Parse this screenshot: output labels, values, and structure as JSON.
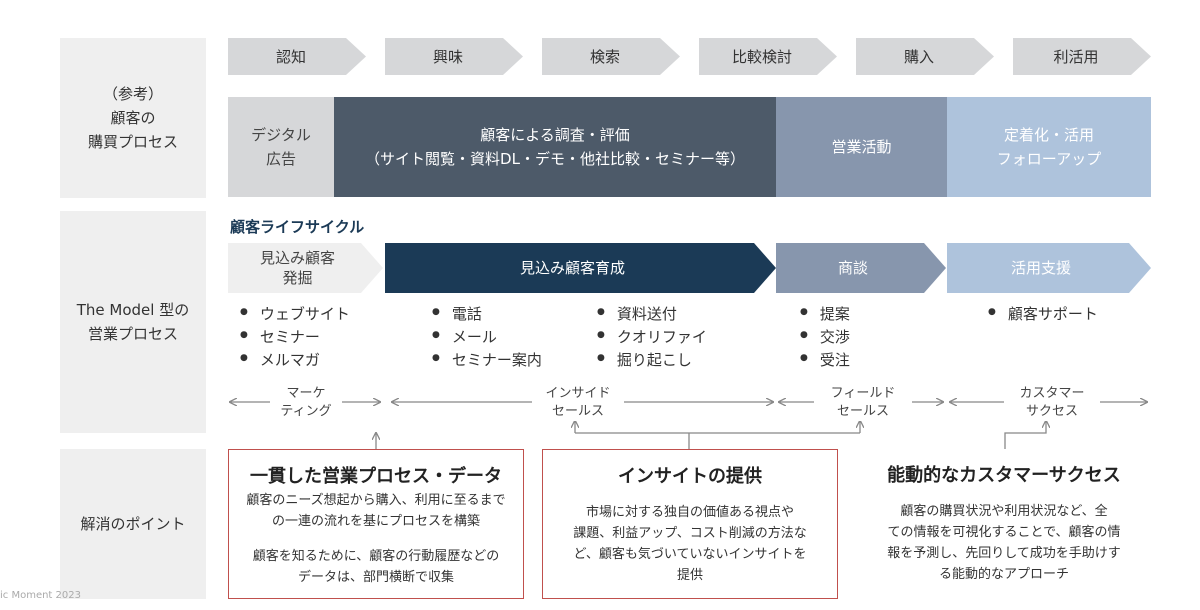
{
  "rows": {
    "buying": "（参考）\n顧客の\n購買プロセス",
    "model": "The Model 型の\n営業プロセス",
    "solution": "解消のポイント"
  },
  "buying_stages": [
    "認知",
    "興味",
    "検索",
    "比較検討",
    "購入",
    "利活用"
  ],
  "buying_process": {
    "digital_ad": "デジタル\n広告",
    "research": "顧客による調査・評価\n（サイト閲覧・資料DL・デモ・他社比較・セミナー等）",
    "sales": "営業活動",
    "onboarding": "定着化・活用\nフォローアップ"
  },
  "lifecycle": {
    "title": "顧客ライフサイクル",
    "stages": [
      "見込み顧客\n発掘",
      "見込み顧客育成",
      "商談",
      "活用支援"
    ]
  },
  "activities": {
    "prospecting": [
      "ウェブサイト",
      "セミナー",
      "メルマガ"
    ],
    "nurturing_a": [
      "電話",
      "メール",
      "セミナー案内"
    ],
    "nurturing_b": [
      "資料送付",
      "クオリファイ",
      "掘り起こし"
    ],
    "deal": [
      "提案",
      "交渉",
      "受注"
    ],
    "support": [
      "顧客サポート"
    ]
  },
  "roles": [
    "マーケ\nティング",
    "インサイド\nセールス",
    "フィールド\nセールス",
    "カスタマー\nサクセス"
  ],
  "points": [
    {
      "title": "一貫した営業プロセス・データ",
      "body1": "顧客のニーズ想起から購入、利用に至るまで\nの一連の流れを基にプロセスを構築",
      "body2": "顧客を知るために、顧客の行動履歴などの\nデータは、部門横断で収集"
    },
    {
      "title": "インサイトの提供",
      "body1": "市場に対する独自の価値ある視点や\n課題、利益アップ、コスト削減の方法な\nど、顧客も気づいていないインサイトを\n提供"
    },
    {
      "title": "能動的なカスタマーサクセス",
      "body1": "顧客の購買状況や利用状況など、全\nての情報を可視化することで、顧客の情\n報を予測し、先回りして成功を手助けす\nる能動的なアプローチ"
    }
  ],
  "footer": "ic Moment 2023",
  "colors": {
    "dark_navy": "#1b3a56",
    "slate": "#4d5a69",
    "mid_blue": "#8796ad",
    "light_blue": "#aec3dc",
    "red_border": "#c0504d"
  }
}
